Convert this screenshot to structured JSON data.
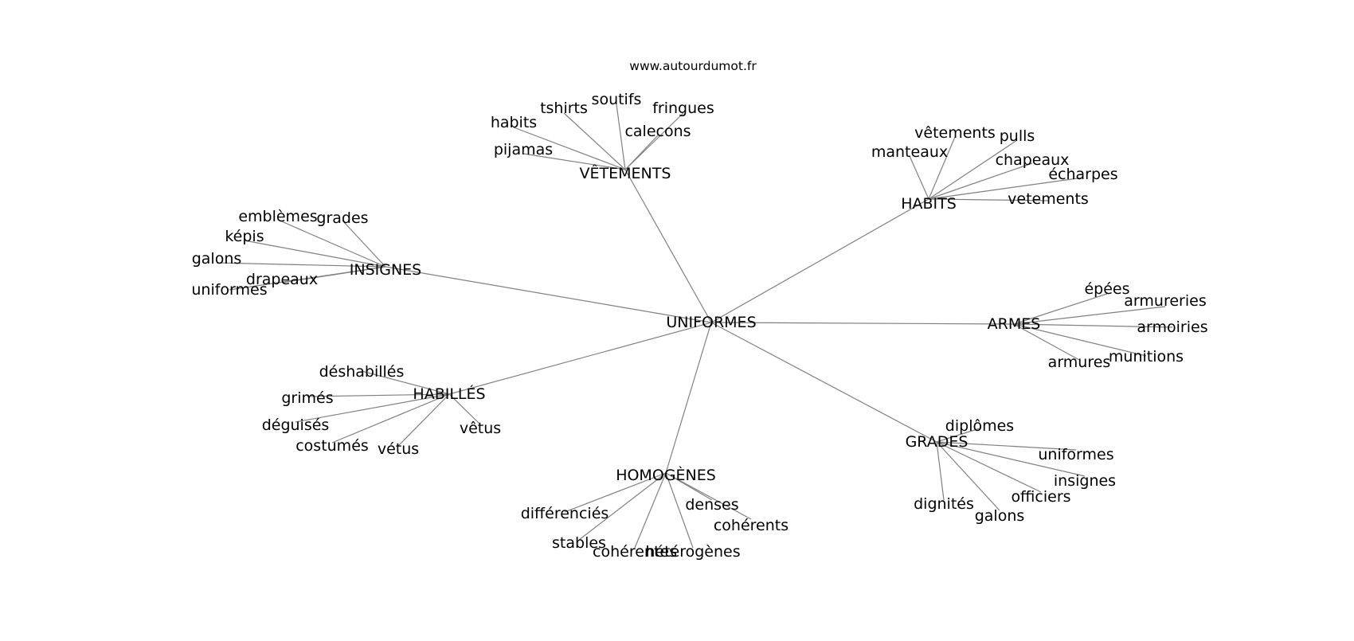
{
  "source": "www.autourdumot.fr",
  "root": "UNIFORMES",
  "clusters": [
    {
      "id": "vetements",
      "label": "VÊTEMENTS",
      "words": [
        "habits",
        "tshirts",
        "soutifs",
        "fringues",
        "calecons",
        "pijamas"
      ]
    },
    {
      "id": "habits",
      "label": "HABITS",
      "words": [
        "vêtements",
        "pulls",
        "manteaux",
        "chapeaux",
        "écharpes",
        "vetements"
      ]
    },
    {
      "id": "insignes",
      "label": "INSIGNES",
      "words": [
        "emblèmes",
        "grades",
        "képis",
        "galons",
        "drapeaux",
        "uniformes"
      ]
    },
    {
      "id": "armes",
      "label": "ARMES",
      "words": [
        "épées",
        "armureries",
        "armoiries",
        "munitions",
        "armures"
      ]
    },
    {
      "id": "habilles",
      "label": "HABILLÉS",
      "words": [
        "déshabillés",
        "grimés",
        "déguisés",
        "costumés",
        "vétus",
        "vêtus"
      ]
    },
    {
      "id": "grades",
      "label": "GRADES",
      "words": [
        "diplômes",
        "uniformes",
        "insignes",
        "officiers",
        "galons",
        "dignités"
      ]
    },
    {
      "id": "homogenes",
      "label": "HOMOGÈNES",
      "words": [
        "différenciés",
        "denses",
        "cohérents",
        "stables",
        "cohérentes",
        "hétérogènes"
      ]
    }
  ]
}
